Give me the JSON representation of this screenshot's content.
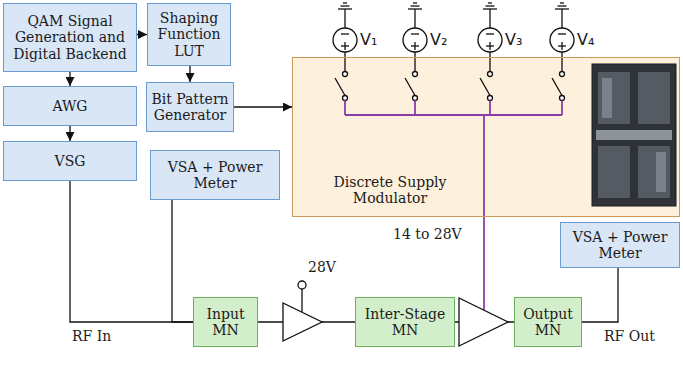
{
  "diagram": {
    "nodes": [
      {
        "text": [
          "QAM Signal Generation and Digital Backend"
        ]
      },
      {
        "text": [
          "Shaping Function LUT"
        ]
      },
      {
        "text": [
          "Bit Pattern Generator"
        ]
      },
      {
        "text": [
          "AWG"
        ]
      },
      {
        "text": [
          "VSG"
        ]
      },
      {
        "text": [
          "VSA + Power Meter"
        ]
      },
      {
        "text": [
          "Discrete Supply Modulator"
        ]
      },
      {
        "text": [
          "Input MN"
        ]
      },
      {
        "text": [
          "Inter-Stage MN"
        ]
      },
      {
        "text": [
          "Output MN"
        ]
      },
      {
        "text": [
          "VSA + Power Meter"
        ]
      }
    ],
    "edges": [
      {
        "from": 0,
        "to": 1,
        "arrow": "to"
      },
      {
        "from": 0,
        "to": 3,
        "arrow": "to"
      },
      {
        "from": 1,
        "to": 2,
        "arrow": "to"
      },
      {
        "from": 2,
        "to": 6,
        "arrow": "to"
      },
      {
        "from": 3,
        "to": 4,
        "arrow": "to"
      },
      {
        "from": 4,
        "to": 7,
        "arrow": "none"
      },
      {
        "from": 5,
        "to": 7,
        "arrow": "none"
      },
      {
        "from": 7,
        "to": 8,
        "arrow": "none"
      },
      {
        "from": 8,
        "to": 9,
        "arrow": "none"
      },
      {
        "from": 9,
        "to": 10,
        "arrow": "none"
      }
    ],
    "labels": [
      "V₁",
      "V₂",
      "V₃",
      "V₄",
      "14 to 28V",
      "28V",
      "RF In",
      "RF Out"
    ]
  }
}
